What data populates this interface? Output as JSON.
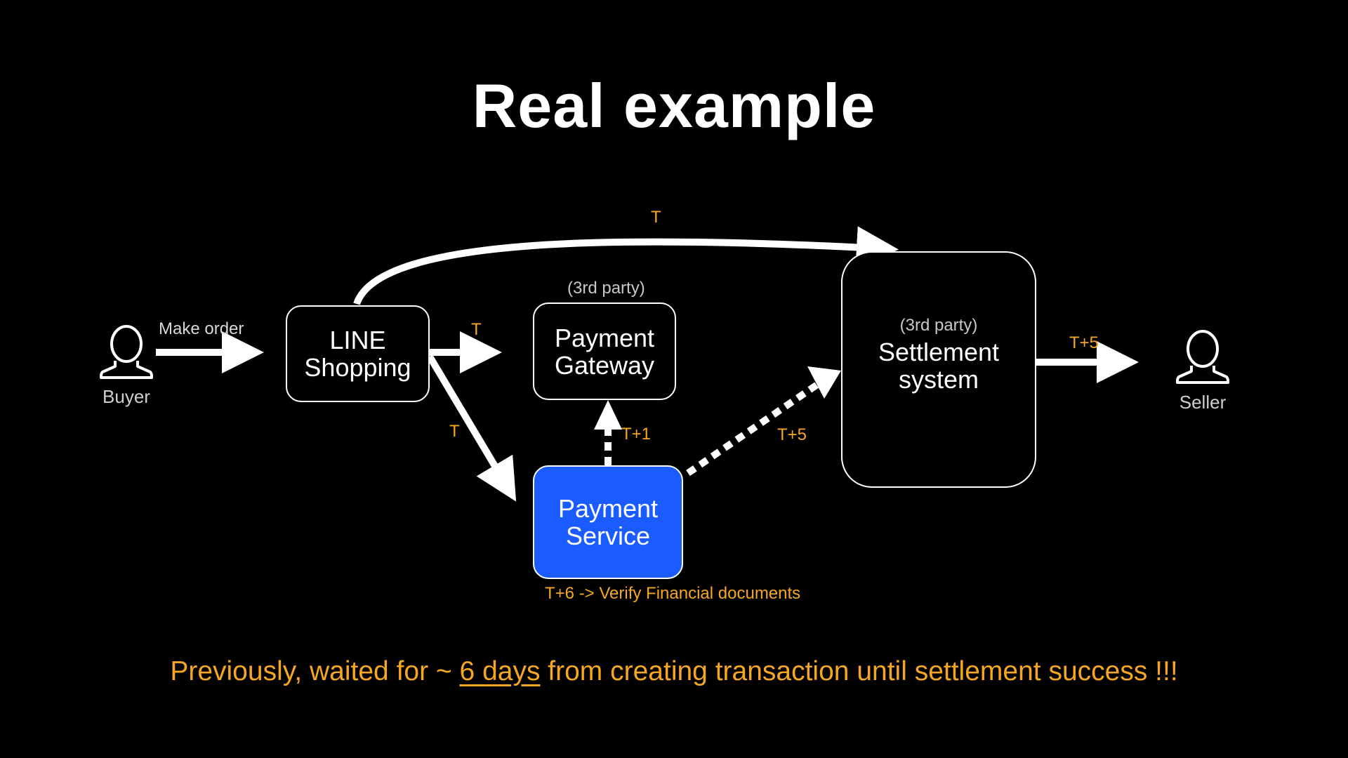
{
  "title": "Real example",
  "nodes": {
    "buyer": "Buyer",
    "seller": "Seller",
    "line_shopping": "LINE\nShopping",
    "payment_gateway_tag": "(3rd party)",
    "payment_gateway": "Payment\nGateway",
    "payment_service": "Payment\nService",
    "settlement_tag": "(3rd party)",
    "settlement": "Settlement\nsystem"
  },
  "edges": {
    "make_order": "Make order",
    "to_settlement": "T",
    "to_gateway": "T",
    "to_payment_service": "T",
    "service_to_gateway": "T+1",
    "service_to_settlement": "T+5",
    "settlement_to_seller": "T+5"
  },
  "note": "T+6 -> Verify Financial documents",
  "footer": {
    "before": "Previously, waited for ~ ",
    "highlight": "6 days",
    "after": " from creating transaction until settlement success !!!"
  },
  "colors": {
    "background": "#000000",
    "accent_blue": "#1a5cff",
    "orange": "#f5a623",
    "line": "#ffffff"
  }
}
